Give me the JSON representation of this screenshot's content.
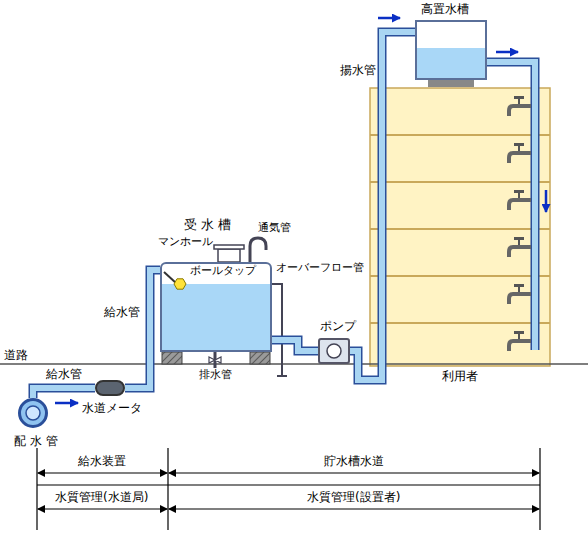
{
  "diagram": {
    "nodes": [
      {
        "text": [
          "高置水槽"
        ]
      },
      {
        "text": [
          "受 水 槽"
        ]
      },
      {
        "text": [
          "ポンプ"
        ]
      },
      {
        "text": [
          "配 水 管"
        ]
      },
      {
        "text": [
          "水道メータ"
        ]
      }
    ],
    "edges": [
      {
        "from": 3,
        "to": 4,
        "label": "給水管",
        "arrow": "none"
      },
      {
        "from": 4,
        "to": 1,
        "label": "給水管",
        "arrow": "none"
      },
      {
        "from": 1,
        "to": 2,
        "arrow": "none"
      },
      {
        "from": 2,
        "to": 0,
        "label": "揚水管",
        "arrow": "none"
      }
    ],
    "labels": [
      "マンホール",
      "通気管",
      "ボールタップ",
      "オーバーフロー管",
      "道路",
      "排水管",
      "利用者",
      "給水装置",
      "貯水槽水道",
      "水質管理(水道局)",
      "水質管理(設置者)"
    ]
  }
}
